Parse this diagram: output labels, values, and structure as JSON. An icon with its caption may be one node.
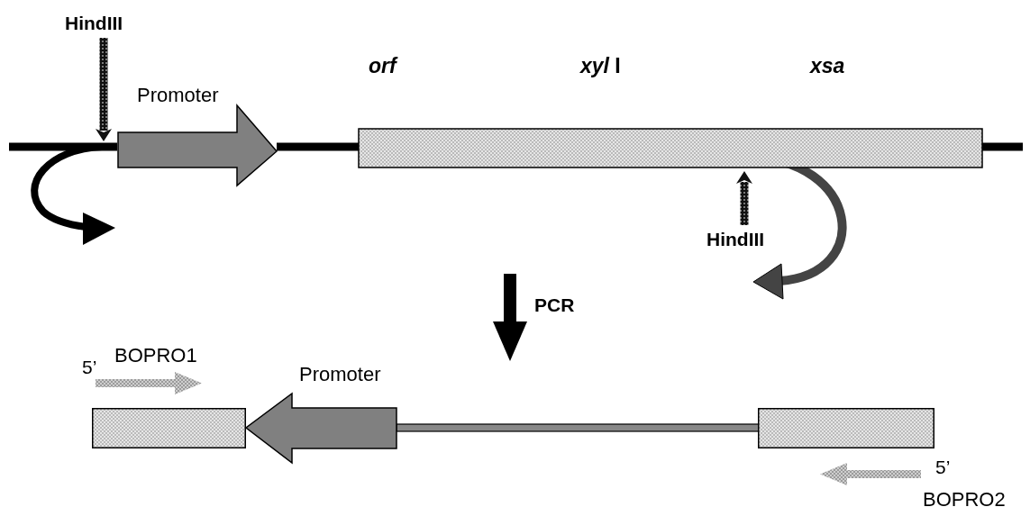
{
  "diagram": {
    "nodes": [
      {
        "text": [
          "HindIII"
        ]
      },
      {
        "text": [
          "Promoter"
        ]
      },
      {
        "text": [
          "orf",
          "*xyl* I",
          "xsa"
        ]
      },
      {
        "text": [
          "HindIII"
        ]
      },
      {
        "text": [],
        "shape": "box"
      },
      {
        "text": [
          "Promoter"
        ]
      },
      {
        "text": [],
        "shape": "box"
      }
    ],
    "edges": [
      {
        "from": 0,
        "to": 1,
        "arrow": "to"
      },
      {
        "from": 3,
        "to": 2,
        "arrow": "to"
      }
    ],
    "labels": [
      "PCR",
      "5’",
      "BOPRO1",
      "5’",
      "BOPRO2"
    ]
  }
}
